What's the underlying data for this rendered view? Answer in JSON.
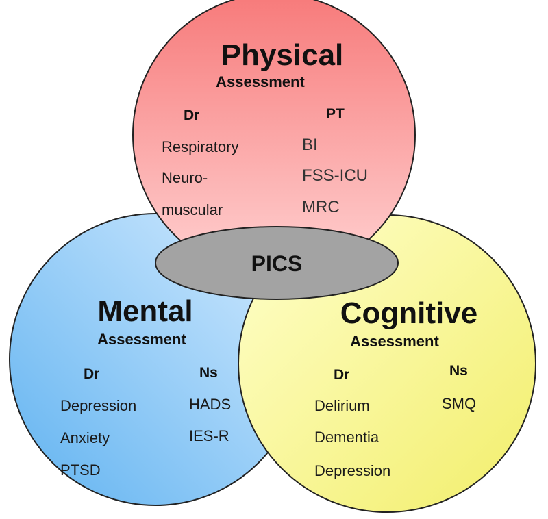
{
  "diagram": {
    "center": {
      "label": "PICS"
    },
    "physical": {
      "title": "Physical",
      "subtitle": "Assessment",
      "left_header": "Dr",
      "right_header": "PT",
      "left_items": [
        "Respiratory",
        "Neuro-",
        "muscular"
      ],
      "right_items": [
        "BI",
        "FSS-ICU",
        "MRC"
      ]
    },
    "mental": {
      "title": "Mental",
      "subtitle": "Assessment",
      "left_header": "Dr",
      "right_header": "Ns",
      "left_items": [
        "Depression",
        "Anxiety",
        "PTSD"
      ],
      "right_items": [
        "HADS",
        "IES-R"
      ]
    },
    "cognitive": {
      "title": "Cognitive",
      "subtitle": "Assessment",
      "left_header": "Dr",
      "right_header": "Ns",
      "left_items": [
        "Delirium",
        "Dementia",
        "Depression"
      ],
      "right_items": [
        "SMQ"
      ]
    },
    "colors": {
      "physical_top": "#f77a7a",
      "physical_bottom": "#ffd2d2",
      "mental_light": "#d6ecff",
      "mental_dark": "#5fb2f0",
      "cognitive_light": "#ffffcc",
      "cognitive_dark": "#f2ee6a",
      "center_fill": "#a3a3a3",
      "stroke": "#222222"
    }
  }
}
